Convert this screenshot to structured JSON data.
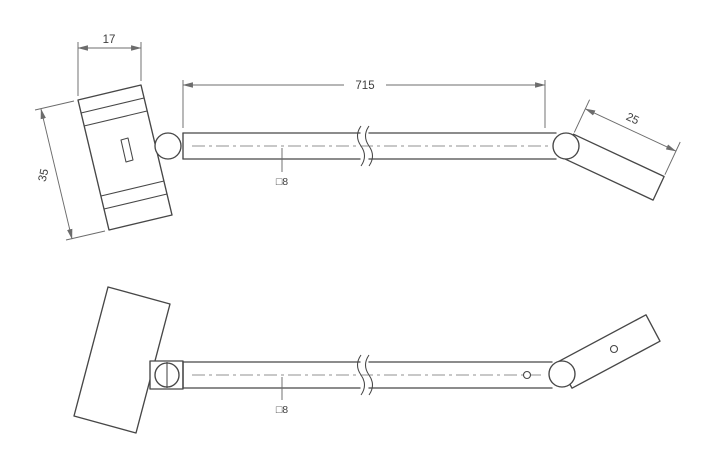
{
  "drawing": {
    "background": "#ffffff",
    "line_color": "#474747",
    "dimension_color": "#6c6c6c",
    "top_view": {
      "head_width": "17",
      "head_length": "35",
      "bar_length": "715",
      "end_length": "25",
      "bar_section": "□8"
    },
    "bottom_view": {
      "bar_section": "□8"
    }
  }
}
